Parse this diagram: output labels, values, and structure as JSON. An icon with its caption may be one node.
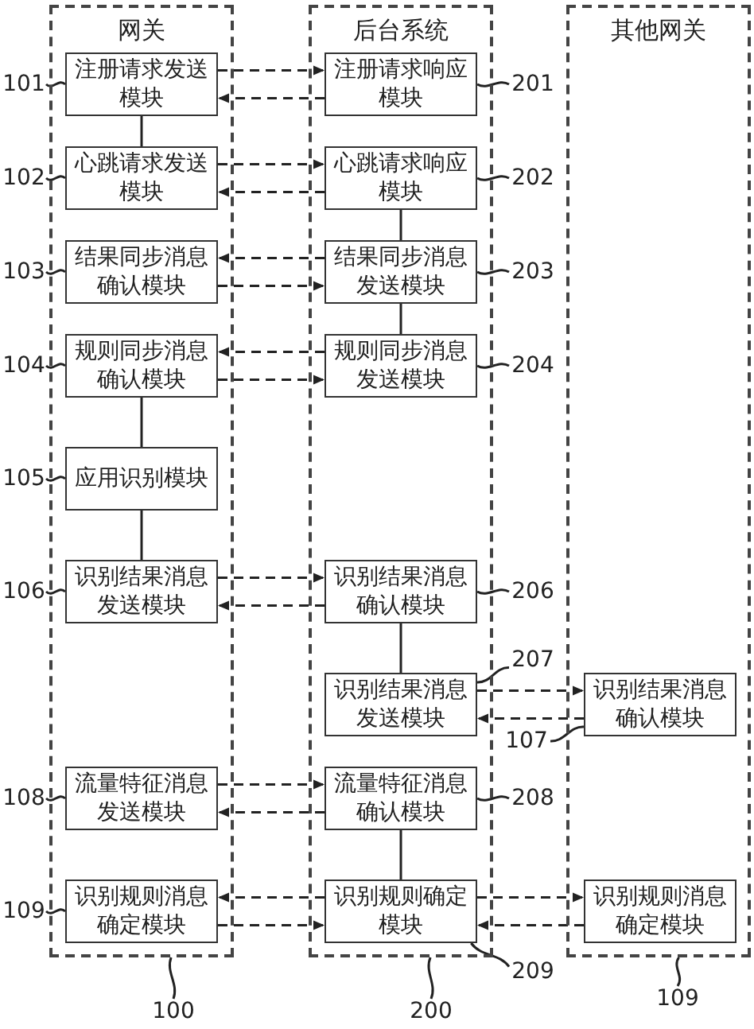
{
  "diagram": {
    "nodes": [
      {
        "text": [
          "网关"
        ]
      },
      {
        "text": [
          "注册请求发送模块"
        ],
        "in": 0
      },
      {
        "text": [
          "心跳请求发送模块"
        ],
        "in": 0
      },
      {
        "text": [
          "结果同步消息确认模块"
        ],
        "in": 0
      },
      {
        "text": [
          "规则同步消息确认模块"
        ],
        "in": 0
      },
      {
        "text": [
          "应用识别模块"
        ],
        "in": 0
      },
      {
        "text": [
          "识别结果消息发送模块"
        ],
        "in": 0
      },
      {
        "text": [
          "流量特征消息发送模块"
        ],
        "in": 0
      },
      {
        "text": [
          "识别规则消息确定模块"
        ],
        "in": 0
      },
      {
        "text": [
          "后台系统"
        ]
      },
      {
        "text": [
          "注册请求响应模块"
        ],
        "in": 9
      },
      {
        "text": [
          "心跳请求响应模块"
        ],
        "in": 9
      },
      {
        "text": [
          "结果同步消息发送模块"
        ],
        "in": 9
      },
      {
        "text": [
          "规则同步消息发送模块"
        ],
        "in": 9
      },
      {
        "text": [
          "识别结果消息确认模块"
        ],
        "in": 9
      },
      {
        "text": [
          "识别结果消息发送模块"
        ],
        "in": 9
      },
      {
        "text": [
          "流量特征消息确认模块"
        ],
        "in": 9
      },
      {
        "text": [
          "识别规则确定模块"
        ],
        "in": 9
      },
      {
        "text": [
          "其他网关"
        ]
      },
      {
        "text": [
          "识别结果消息确认模块"
        ],
        "in": 18
      },
      {
        "text": [
          "识别规则消息确定模块"
        ],
        "in": 18
      },
      {
        "text": [
          "101"
        ]
      },
      {
        "text": [
          "102"
        ]
      },
      {
        "text": [
          "103"
        ]
      },
      {
        "text": [
          "104"
        ]
      },
      {
        "text": [
          "105"
        ]
      },
      {
        "text": [
          "106"
        ]
      },
      {
        "text": [
          "108"
        ]
      },
      {
        "text": [
          "109"
        ]
      },
      {
        "text": [
          "201"
        ]
      },
      {
        "text": [
          "202"
        ]
      },
      {
        "text": [
          "203"
        ]
      },
      {
        "text": [
          "204"
        ]
      },
      {
        "text": [
          "206"
        ]
      },
      {
        "text": [
          "207"
        ]
      },
      {
        "text": [
          "208"
        ]
      },
      {
        "text": [
          "209"
        ]
      },
      {
        "text": [
          "107"
        ]
      },
      {
        "text": [
          "100"
        ]
      },
      {
        "text": [
          "200"
        ]
      },
      {
        "text": [
          "109"
        ]
      }
    ],
    "edges": [
      {
        "from": 1,
        "to": 2,
        "arrow": "none"
      },
      {
        "from": 4,
        "to": 5,
        "arrow": "none"
      },
      {
        "from": 5,
        "to": 6,
        "arrow": "none"
      },
      {
        "from": 11,
        "to": 12,
        "arrow": "none"
      },
      {
        "from": 12,
        "to": 13,
        "arrow": "none"
      },
      {
        "from": 14,
        "to": 15,
        "arrow": "none"
      },
      {
        "from": 16,
        "to": 17,
        "arrow": "none"
      },
      {
        "from": 1,
        "to": 10,
        "arrow": "to",
        "style": "dashed"
      },
      {
        "from": 10,
        "to": 1,
        "arrow": "to",
        "style": "dashed"
      },
      {
        "from": 2,
        "to": 11,
        "arrow": "to",
        "style": "dashed"
      },
      {
        "from": 11,
        "to": 2,
        "arrow": "to",
        "style": "dashed"
      },
      {
        "from": 12,
        "to": 3,
        "arrow": "to",
        "style": "dashed"
      },
      {
        "from": 3,
        "to": 12,
        "arrow": "to",
        "style": "dashed"
      },
      {
        "from": 13,
        "to": 4,
        "arrow": "to",
        "style": "dashed"
      },
      {
        "from": 4,
        "to": 13,
        "arrow": "to",
        "style": "dashed"
      },
      {
        "from": 6,
        "to": 14,
        "arrow": "to",
        "style": "dashed"
      },
      {
        "from": 14,
        "to": 6,
        "arrow": "to",
        "style": "dashed"
      },
      {
        "from": 15,
        "to": 19,
        "arrow": "to",
        "style": "dashed"
      },
      {
        "from": 19,
        "to": 15,
        "arrow": "to",
        "style": "dashed"
      },
      {
        "from": 7,
        "to": 16,
        "arrow": "to",
        "style": "dashed"
      },
      {
        "from": 16,
        "to": 7,
        "arrow": "to",
        "style": "dashed"
      },
      {
        "from": 17,
        "to": 8,
        "arrow": "to",
        "style": "dashed"
      },
      {
        "from": 8,
        "to": 17,
        "arrow": "to",
        "style": "dashed"
      },
      {
        "from": 17,
        "to": 20,
        "arrow": "to",
        "style": "dashed"
      },
      {
        "from": 20,
        "to": 17,
        "arrow": "to",
        "style": "dashed"
      },
      {
        "from": 21,
        "to": 1,
        "arrow": "none"
      },
      {
        "from": 22,
        "to": 2,
        "arrow": "none"
      },
      {
        "from": 23,
        "to": 3,
        "arrow": "none"
      },
      {
        "from": 24,
        "to": 4,
        "arrow": "none"
      },
      {
        "from": 25,
        "to": 5,
        "arrow": "none"
      },
      {
        "from": 26,
        "to": 6,
        "arrow": "none"
      },
      {
        "from": 27,
        "to": 7,
        "arrow": "none"
      },
      {
        "from": 28,
        "to": 8,
        "arrow": "none"
      },
      {
        "from": 29,
        "to": 10,
        "arrow": "none"
      },
      {
        "from": 30,
        "to": 11,
        "arrow": "none"
      },
      {
        "from": 31,
        "to": 12,
        "arrow": "none"
      },
      {
        "from": 32,
        "to": 13,
        "arrow": "none"
      },
      {
        "from": 33,
        "to": 14,
        "arrow": "none"
      },
      {
        "from": 34,
        "to": 15,
        "arrow": "none"
      },
      {
        "from": 35,
        "to": 16,
        "arrow": "none"
      },
      {
        "from": 36,
        "to": 17,
        "arrow": "none"
      },
      {
        "from": 37,
        "to": 19,
        "arrow": "none"
      },
      {
        "from": 38,
        "to": 0,
        "arrow": "none"
      },
      {
        "from": 39,
        "to": 9,
        "arrow": "none"
      },
      {
        "from": 40,
        "to": 18,
        "arrow": "none"
      }
    ]
  }
}
